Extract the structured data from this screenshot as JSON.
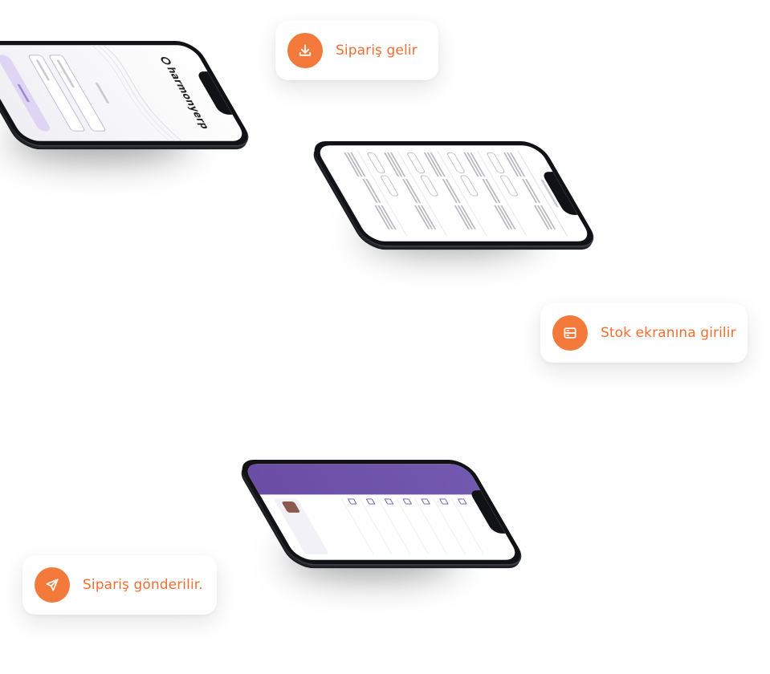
{
  "callouts": [
    {
      "text": "Sipariş gelir",
      "icon": "download-icon"
    },
    {
      "text": "Stok ekranına girilir",
      "icon": "list-icon"
    },
    {
      "text": "Sipariş gönderilir.",
      "icon": "send-icon"
    }
  ],
  "phones": {
    "login": {
      "logo": "harmonyerp"
    },
    "orders": {},
    "menu": {}
  },
  "colors": {
    "accent": "#f47a3c",
    "accent_text": "#ef6f33",
    "menu_purple": "#6a4ea6",
    "login_button": "#ddd5f3"
  }
}
